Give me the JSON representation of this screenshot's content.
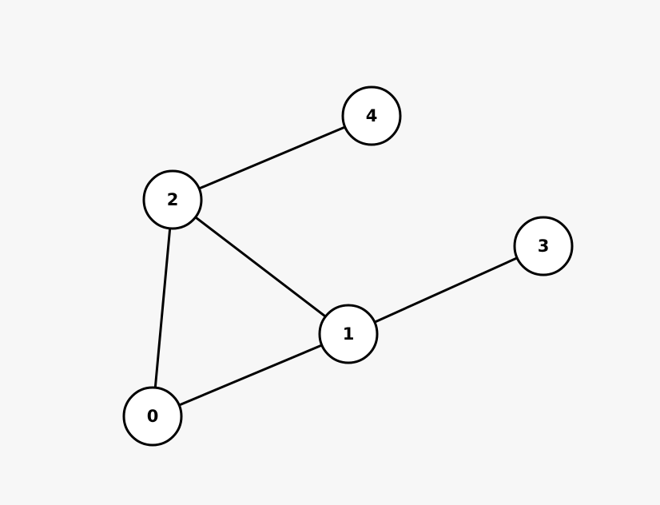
{
  "graph": {
    "nodes": [
      {
        "id": "0",
        "label": "0"
      },
      {
        "id": "1",
        "label": "1"
      },
      {
        "id": "2",
        "label": "2"
      },
      {
        "id": "3",
        "label": "3"
      },
      {
        "id": "4",
        "label": "4"
      }
    ],
    "edges": [
      {
        "from": "2",
        "to": "4"
      },
      {
        "from": "2",
        "to": "1"
      },
      {
        "from": "2",
        "to": "0"
      },
      {
        "from": "1",
        "to": "3"
      },
      {
        "from": "1",
        "to": "0"
      }
    ],
    "colors": {
      "background": "#f7f7f7",
      "node_fill": "#ffffff",
      "stroke": "#000000",
      "label": "#000000"
    }
  }
}
